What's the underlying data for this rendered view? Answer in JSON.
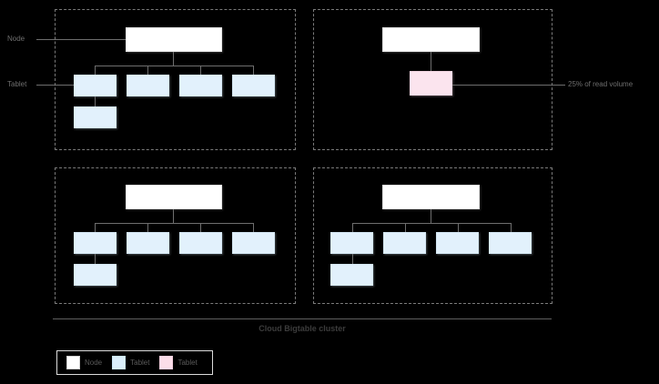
{
  "diagram": {
    "title": "Cloud Bigtable cluster",
    "background_color": "#000000",
    "labels": {
      "node": "Node",
      "tablet": "Tablet"
    },
    "callout": {
      "text": "25% of read volume"
    },
    "colors": {
      "node_fill": "#ffffff",
      "tablet_fill": "#e2f1fc",
      "hot_tablet_fill": "#fbe4ee",
      "connector": "#6e6e6e",
      "frame_border": "#7a7a7a",
      "caption": "#3c3c3c"
    },
    "groups": [
      {
        "id": "node-group-1",
        "position": "top-left",
        "node_label": "",
        "tablet_count": 5,
        "hot_tablet_count": 0
      },
      {
        "id": "node-group-2",
        "position": "top-right",
        "node_label": "",
        "tablet_count": 1,
        "hot_tablet_count": 1
      },
      {
        "id": "node-group-3",
        "position": "bottom-left",
        "node_label": "",
        "tablet_count": 5,
        "hot_tablet_count": 0
      },
      {
        "id": "node-group-4",
        "position": "bottom-right",
        "node_label": "",
        "tablet_count": 5,
        "hot_tablet_count": 0
      }
    ]
  },
  "legend": {
    "items": [
      {
        "label": "Node",
        "color": "#ffffff"
      },
      {
        "label": "Tablet",
        "color": "#e2f1fc"
      },
      {
        "label": "Tablet",
        "color": "#fbe4ee"
      }
    ]
  }
}
